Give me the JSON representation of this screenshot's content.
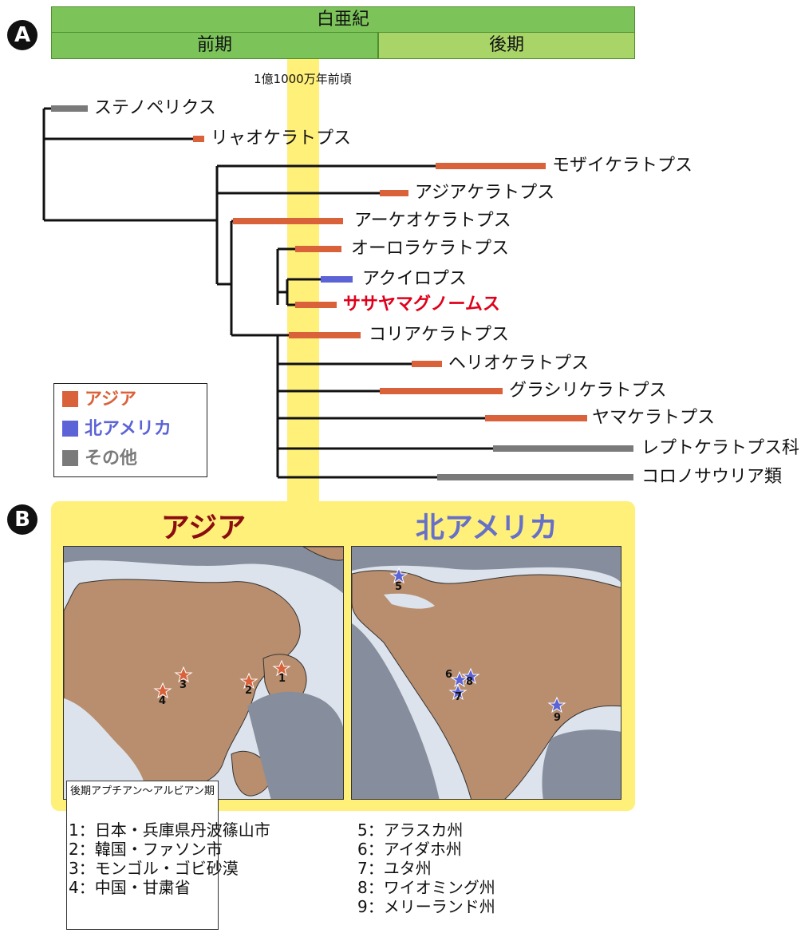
{
  "panel_labels": {
    "a": "A",
    "b": "B"
  },
  "timeline": {
    "era": "白亜紀",
    "early": "前期",
    "late": "後期",
    "marker_label": "1億1000万年前頃"
  },
  "colors": {
    "asia": "#d9623a",
    "north_america": "#5b63d6",
    "other": "#7a7a7a",
    "highlight": "#e0001b",
    "marker_band": "#fff07a",
    "period_green": "#7cc45a",
    "period_light_green": "#a8d468",
    "land": "#b88e6e",
    "ocean": "#868e9e",
    "shelf": "#dde3ec",
    "asia_title": "#8a0d12",
    "na_title": "#6670c8"
  },
  "taxa": [
    {
      "name": "ステノペリクス",
      "region": "other",
      "highlight": false
    },
    {
      "name": "リャオケラトプス",
      "region": "asia",
      "highlight": false
    },
    {
      "name": "モザイケラトプス",
      "region": "asia",
      "highlight": false
    },
    {
      "name": "アジアケラトプス",
      "region": "asia",
      "highlight": false
    },
    {
      "name": "アーケオケラトプス",
      "region": "asia",
      "highlight": false
    },
    {
      "name": "オーロラケラトプス",
      "region": "asia",
      "highlight": false
    },
    {
      "name": "アクイロプス",
      "region": "north_america",
      "highlight": false
    },
    {
      "name": "ササヤマグノームス",
      "region": "asia",
      "highlight": true
    },
    {
      "name": "コリアケラトプス",
      "region": "asia",
      "highlight": false
    },
    {
      "name": "ヘリオケラトプス",
      "region": "asia",
      "highlight": false
    },
    {
      "name": "グラシリケラトプス",
      "region": "asia",
      "highlight": false
    },
    {
      "name": "ヤマケラトプス",
      "region": "asia",
      "highlight": false
    },
    {
      "name": "レプトケラトプス科",
      "region": "other",
      "highlight": false
    },
    {
      "name": "コロノサウリア類",
      "region": "other",
      "highlight": false
    }
  ],
  "legend": {
    "asia": "アジア",
    "north_america": "北アメリカ",
    "other": "その他"
  },
  "maps": {
    "asia_title": "アジア",
    "na_title": "北アメリカ",
    "caption": "後期アプチアン～アルビアン期",
    "asia_sites": [
      "1",
      "2",
      "3",
      "4"
    ],
    "na_sites": [
      "5",
      "6",
      "7",
      "8",
      "9"
    ]
  },
  "locations_left": [
    "1：日本・兵庫県丹波篠山市",
    "2：韓国・ファソン市",
    "3：モンゴル・ゴビ砂漠",
    "4：中国・甘粛省"
  ],
  "locations_right": [
    "5：アラスカ州",
    "6：アイダホ州",
    "7：ユタ州",
    "8：ワイオミング州",
    "9：メリーランド州"
  ]
}
